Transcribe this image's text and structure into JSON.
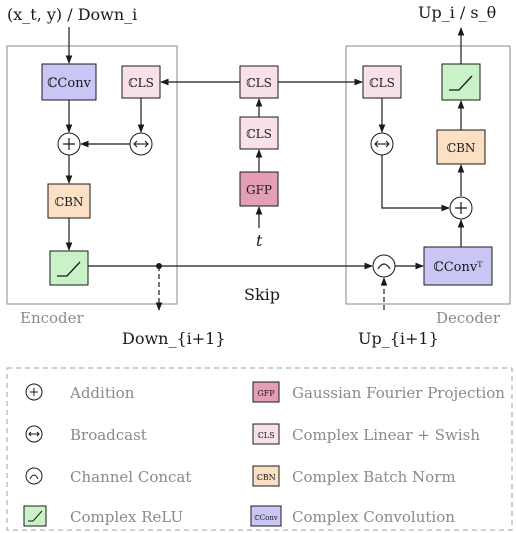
{
  "labels": {
    "input_top": "(x_t, y) / Down_i",
    "output_top": "Up_i / s_θ",
    "t_input": "t",
    "skip": "Skip",
    "encoder": "Encoder",
    "decoder": "Decoder",
    "down_next": "Down_{i+1}",
    "up_next": "Up_{i+1}"
  },
  "blocks": {
    "cconv": "ℂConv",
    "cls": "ℂLS",
    "cbn": "ℂBN",
    "gfp": "GFP",
    "cconvT": "ℂConvᵀ"
  },
  "legend": [
    {
      "icon": "add",
      "text": "Addition"
    },
    {
      "icon": "broadcast",
      "text": "Broadcast"
    },
    {
      "icon": "concat",
      "text": "Channel Concat"
    },
    {
      "icon": "relu",
      "text": "Complex ReLU"
    },
    {
      "icon": "gfp",
      "text": "Gaussian Fourier Projection"
    },
    {
      "icon": "cls",
      "text": "Complex Linear + Swish"
    },
    {
      "icon": "cbn",
      "text": "Complex Batch Norm"
    },
    {
      "icon": "cconv",
      "text": "Complex Convolution"
    }
  ],
  "colors": {
    "conv": "#c9c6f5",
    "cls": "#f9e1ea",
    "bn": "#fbe0c4",
    "gfp": "#e39fb6",
    "relu": "#c9f2c6",
    "stroke": "#1a1a1a",
    "panel": "#8a8a8a",
    "legend_text": "#8a8a8a"
  }
}
